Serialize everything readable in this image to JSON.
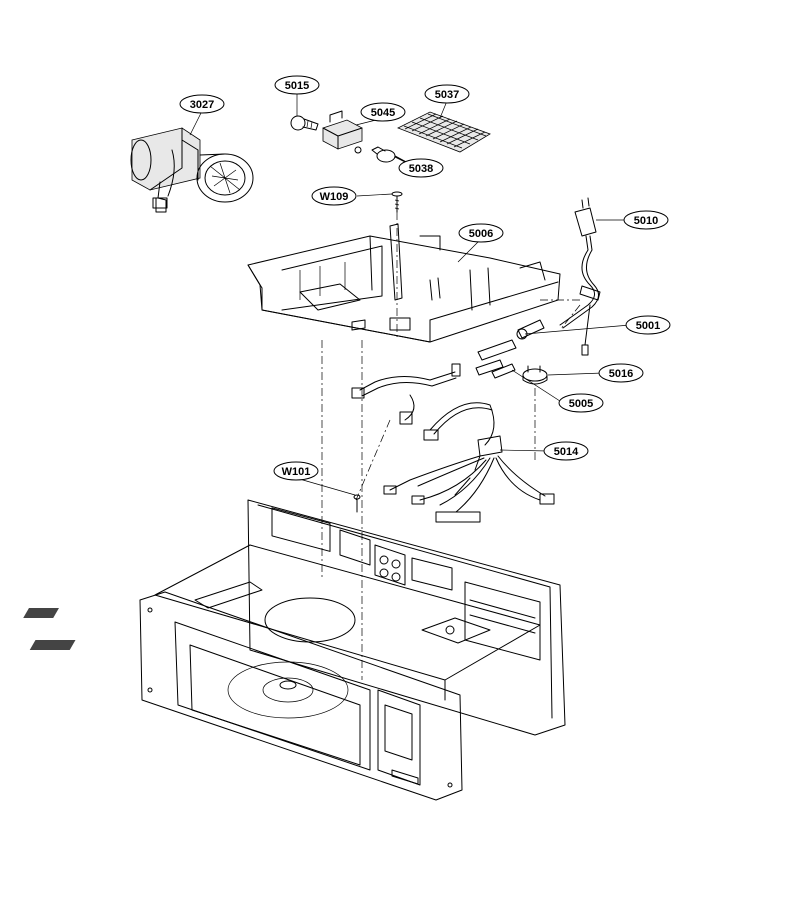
{
  "parts": [
    {
      "id": "3027",
      "label": "3027",
      "name": "fan-motor-assembly"
    },
    {
      "id": "5015",
      "label": "5015",
      "name": "lamp-bulb"
    },
    {
      "id": "5045",
      "label": "5045",
      "name": "lamp-socket-bracket"
    },
    {
      "id": "5037",
      "label": "5037",
      "name": "filter-screen"
    },
    {
      "id": "5038",
      "label": "5038",
      "name": "lamp-socket"
    },
    {
      "id": "W109",
      "label": "W109",
      "name": "screw-top"
    },
    {
      "id": "5006",
      "label": "5006",
      "name": "control-bracket"
    },
    {
      "id": "5010",
      "label": "5010",
      "name": "power-cord"
    },
    {
      "id": "5001",
      "label": "5001",
      "name": "fuse"
    },
    {
      "id": "5016",
      "label": "5016",
      "name": "thermostat"
    },
    {
      "id": "5005",
      "label": "5005",
      "name": "noise-filter"
    },
    {
      "id": "5014",
      "label": "5014",
      "name": "wire-harness"
    },
    {
      "id": "W101",
      "label": "W101",
      "name": "screw-cavity"
    }
  ]
}
